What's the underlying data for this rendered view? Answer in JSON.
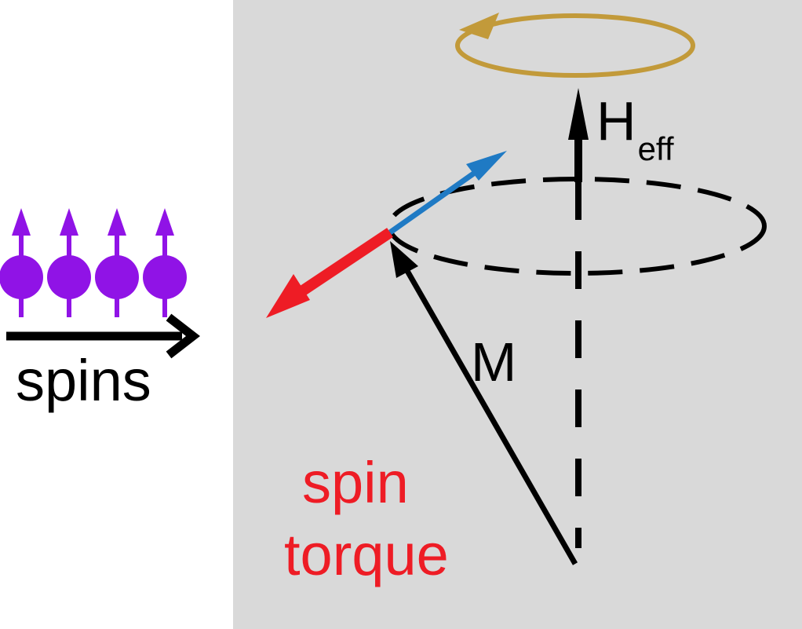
{
  "labels": {
    "spins": "spins",
    "magnetization": "M",
    "field_main": "H",
    "field_sub": "eff",
    "torque_line1": "spin",
    "torque_line2": "torque"
  },
  "colors": {
    "panel": "#d9d9d9",
    "spin_particle": "#9013e6",
    "torque_arrow": "#ee1c25",
    "damping_arrow": "#1f7ac4",
    "precession_loop": "#c29a3a",
    "text": "#000000",
    "torque_text": "#ee1c25"
  },
  "icons": {
    "spin_particles": "spin-up-particle-icon",
    "current_arrow": "right-arrow-icon",
    "precession": "circular-arrow-icon"
  },
  "particle_count": 4
}
